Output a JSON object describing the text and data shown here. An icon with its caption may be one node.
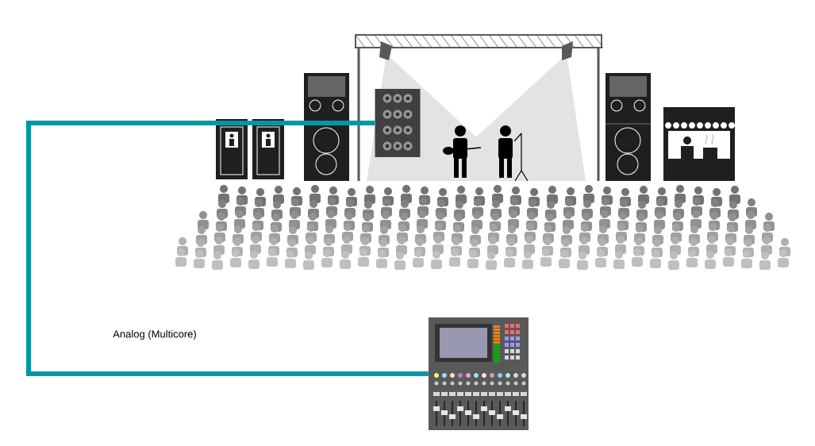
{
  "diagram": {
    "nodes": [
      {
        "text": [],
        "shape": "picture"
      },
      {
        "text": [],
        "shape": "picture"
      }
    ],
    "edges": [
      {
        "from": 0,
        "to": 1,
        "arrow": "none",
        "label": "Analog (Multicore)"
      }
    ]
  }
}
